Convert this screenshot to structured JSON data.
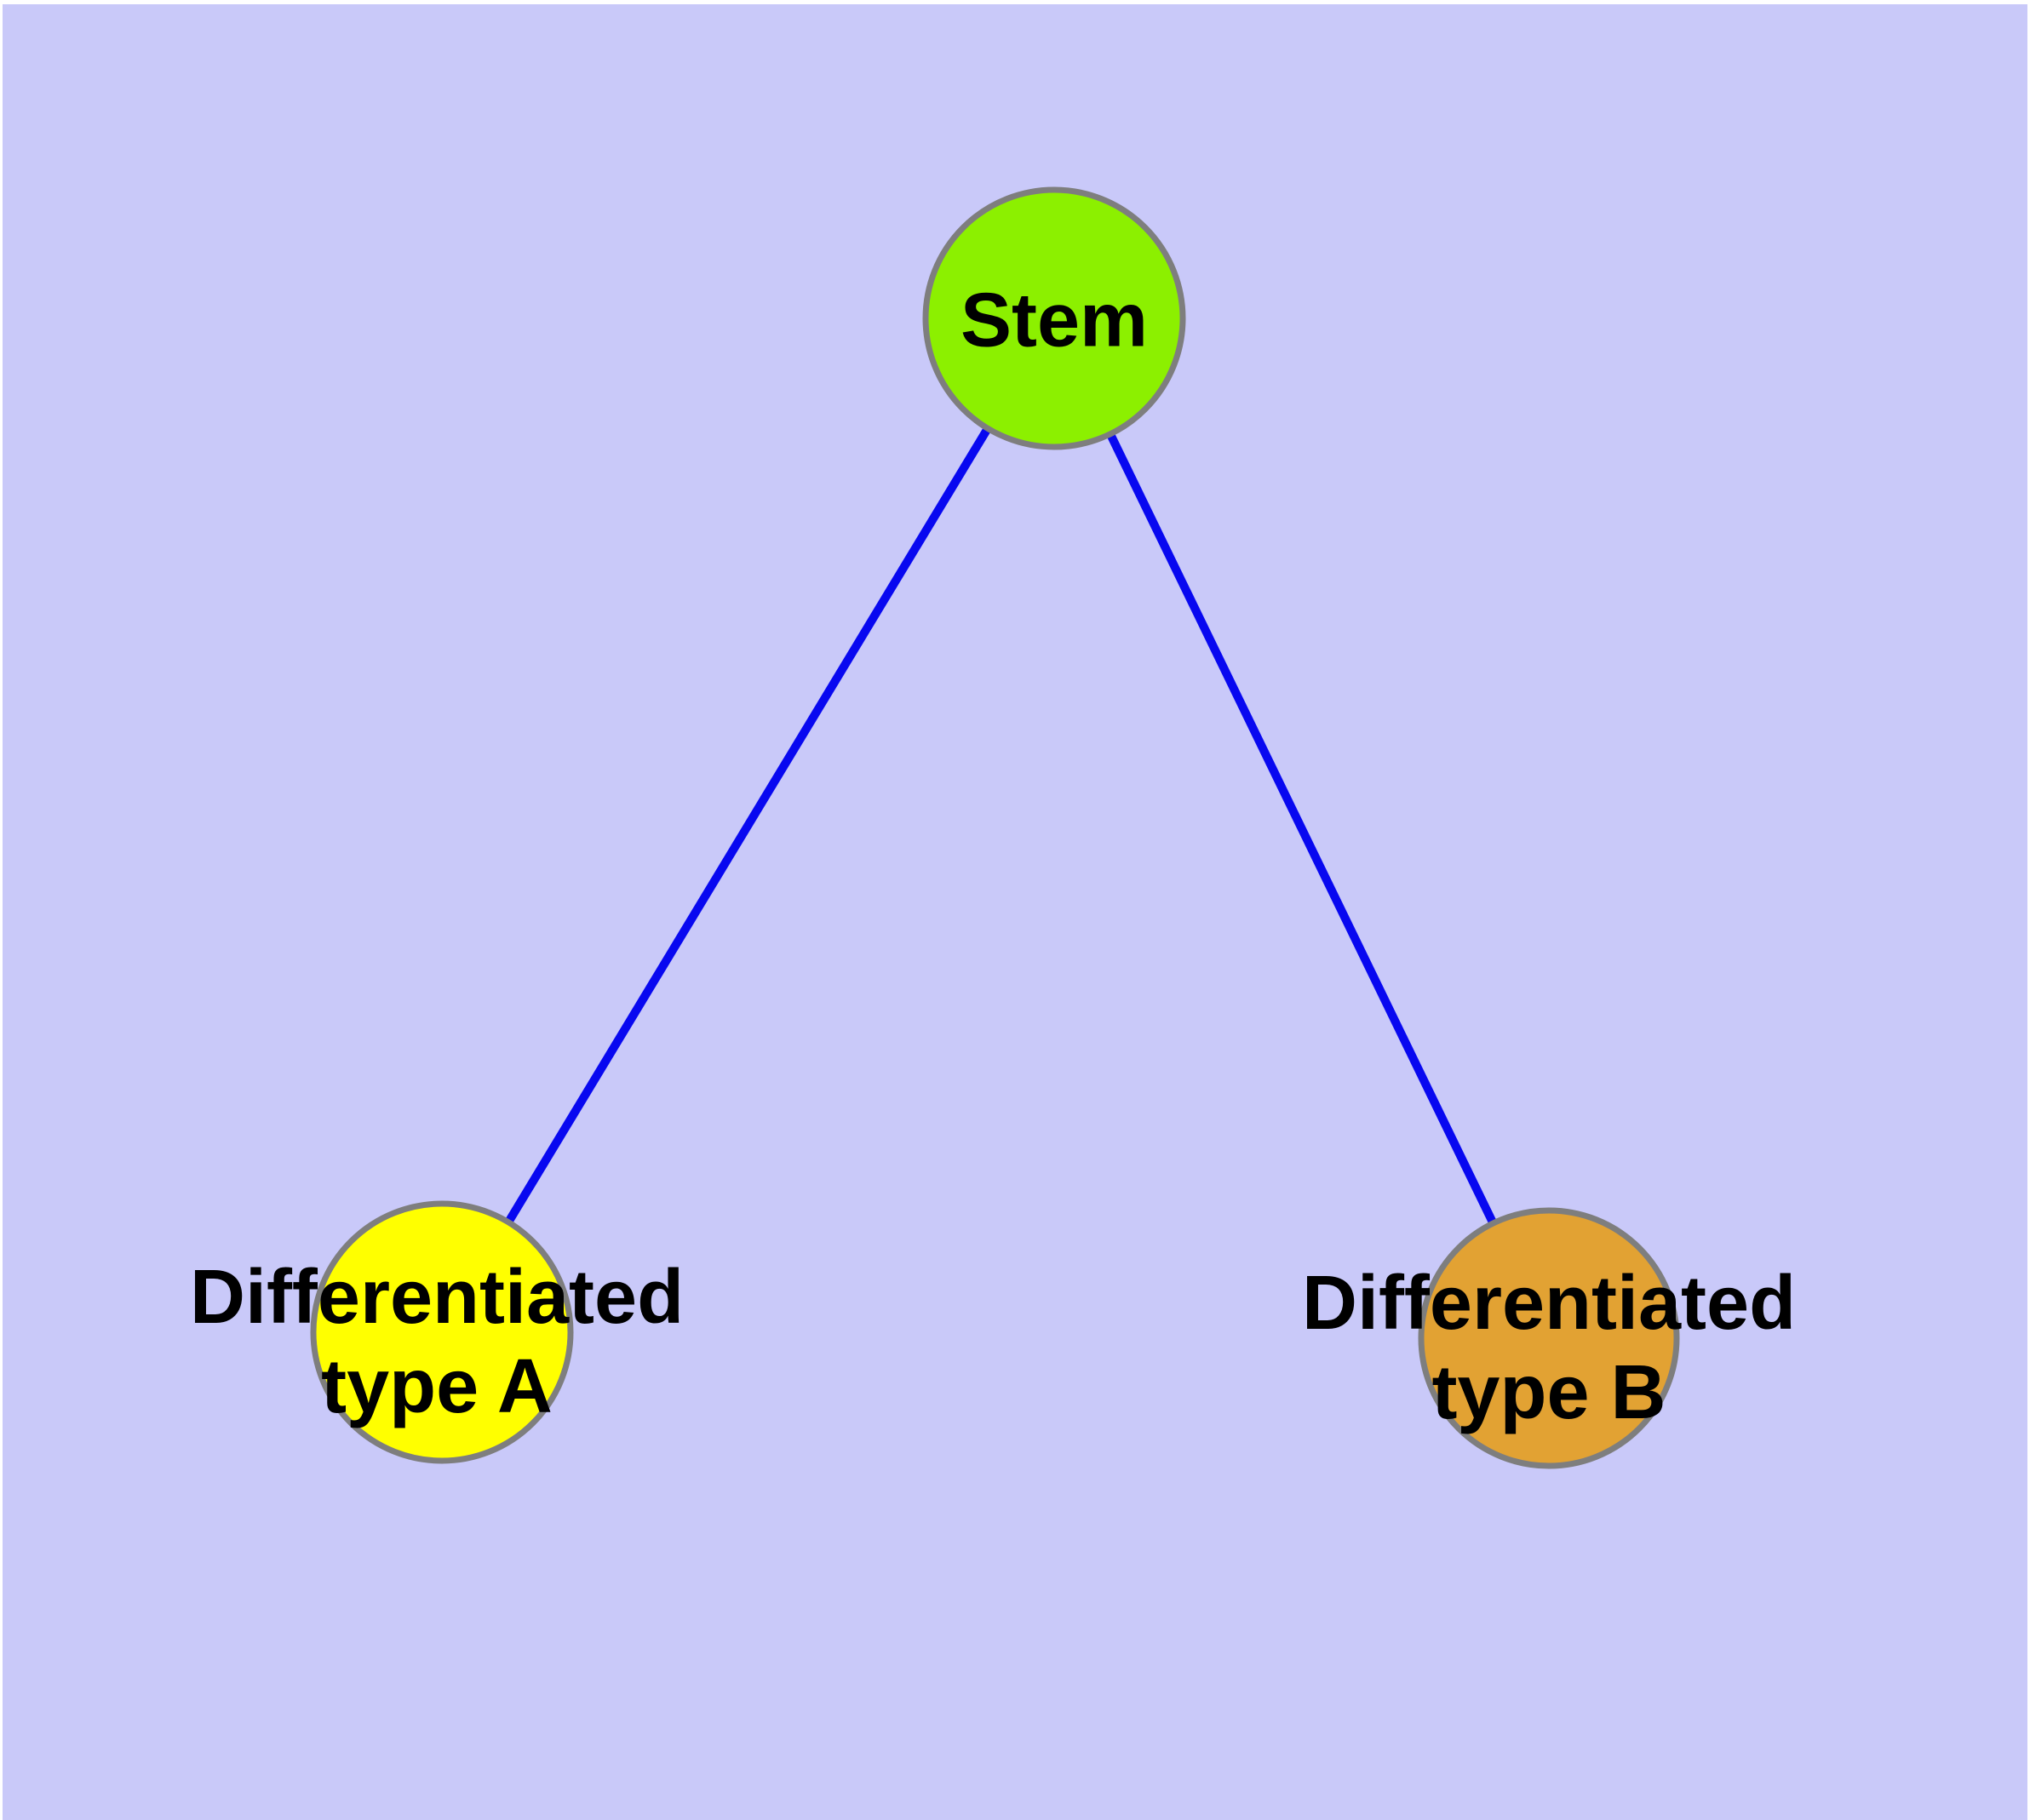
{
  "diagram": {
    "background_color": "#c9c9f9",
    "frame_color": "#ffffff",
    "edge_color": "#0808f0",
    "node_border_color": "#7e7e7e",
    "label_color": "#000000",
    "nodes": {
      "stem": {
        "label": "Stem",
        "fill": "#8cf000"
      },
      "typeA": {
        "line1": "Differentiated",
        "line2": "type A",
        "fill": "#ffff00"
      },
      "typeB": {
        "line1": "Differentiated",
        "line2": "type B",
        "fill": "#e2a233"
      }
    },
    "edges": [
      {
        "from": "Stem",
        "to": "Differentiated type A"
      },
      {
        "from": "Stem",
        "to": "Differentiated type B"
      }
    ]
  }
}
